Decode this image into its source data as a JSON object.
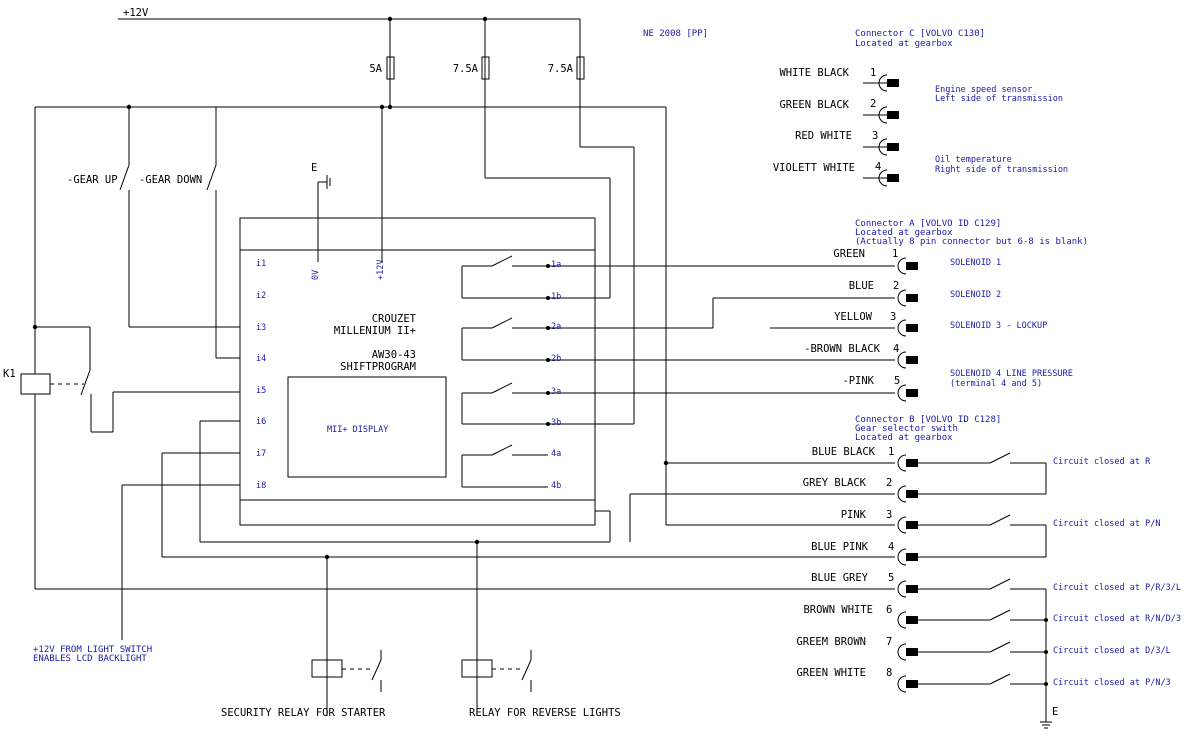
{
  "supply_label": "+12V",
  "doc_code": "NE 2008 [PP]",
  "fuses": [
    {
      "label": "5A"
    },
    {
      "label": "7.5A"
    },
    {
      "label": "7.5A"
    }
  ],
  "gear_up_label": "-GEAR UP",
  "gear_down_label": "-GEAR DOWN",
  "ground_label": "E",
  "relay_k1_label": "K1",
  "controller": {
    "name_line1": "CROUZET",
    "name_line2": "MILLENIUM II+",
    "program_line1": "AW30-43",
    "program_line2": "SHIFTPROGRAM",
    "display_label": "MII+ DISPLAY",
    "pin_0v": "0V",
    "pin_12v": "+12V",
    "inputs": [
      "i1",
      "i2",
      "i3",
      "i4",
      "i5",
      "i6",
      "i7",
      "i8"
    ],
    "outputs": [
      "1a",
      "1b",
      "2a",
      "2b",
      "3a",
      "3b",
      "4a",
      "4b"
    ]
  },
  "connector_c": {
    "title_line1": "Connector C [VOLVO C130]",
    "title_line2": "Located at gearbox",
    "pins": [
      {
        "num": "1",
        "wire": "WHITE BLACK"
      },
      {
        "num": "2",
        "wire": "GREEN BLACK"
      },
      {
        "num": "3",
        "wire": "RED WHITE"
      },
      {
        "num": "4",
        "wire": "VIOLETT WHITE"
      }
    ],
    "notes": [
      {
        "line1": "Engine speed sensor",
        "line2": "Left side of transmission"
      },
      {
        "line1": "Oil temperature",
        "line2": "Right side of transmission"
      }
    ]
  },
  "connector_a": {
    "title_line1": "Connector A [VOLVO ID C129]",
    "title_line2": "Located at gearbox",
    "title_line3": "(Actually 8 pin connector but 6-8 is blank)",
    "pins": [
      {
        "num": "1",
        "wire": "GREEN",
        "desc": "SOLENOID 1"
      },
      {
        "num": "2",
        "wire": "BLUE",
        "desc": "SOLENOID 2"
      },
      {
        "num": "3",
        "wire": "YELLOW",
        "desc": "SOLENOID 3 - LOCKUP"
      },
      {
        "num": "4",
        "wire": "-BROWN BLACK",
        "desc": "SOLENOID 4 LINE PRESSURE"
      },
      {
        "num": "5",
        "wire": "-PINK",
        "desc": "(terminal 4 and 5)"
      }
    ]
  },
  "connector_b": {
    "title_line1": "Connector B [VOLVO ID C128]",
    "title_line2": "Gear selector swith",
    "title_line3": "Located at gearbox",
    "pins": [
      {
        "num": "1",
        "wire": "BLUE BLACK"
      },
      {
        "num": "2",
        "wire": "GREY BLACK"
      },
      {
        "num": "3",
        "wire": "PINK"
      },
      {
        "num": "4",
        "wire": "BLUE PINK"
      },
      {
        "num": "5",
        "wire": "BLUE GREY"
      },
      {
        "num": "6",
        "wire": "BROWN WHITE"
      },
      {
        "num": "7",
        "wire": "GREEM BROWN"
      },
      {
        "num": "8",
        "wire": "GREEN WHITE"
      }
    ],
    "circuits": [
      "Circuit closed at R",
      "Circuit closed at P/N",
      "Circuit closed at P/R/3/L",
      "Circuit closed at R/N/D/3",
      "Circuit closed at D/3/L",
      "Circuit closed at P/N/3"
    ],
    "ground_label": "E"
  },
  "backlight_note_line1": "+12V FROM LIGHT SWITCH",
  "backlight_note_line2": "ENABLES LCD BACKLIGHT",
  "starter_relay_label": "SECURITY RELAY FOR STARTER",
  "reverse_relay_label": "RELAY FOR REVERSE LIGHTS"
}
